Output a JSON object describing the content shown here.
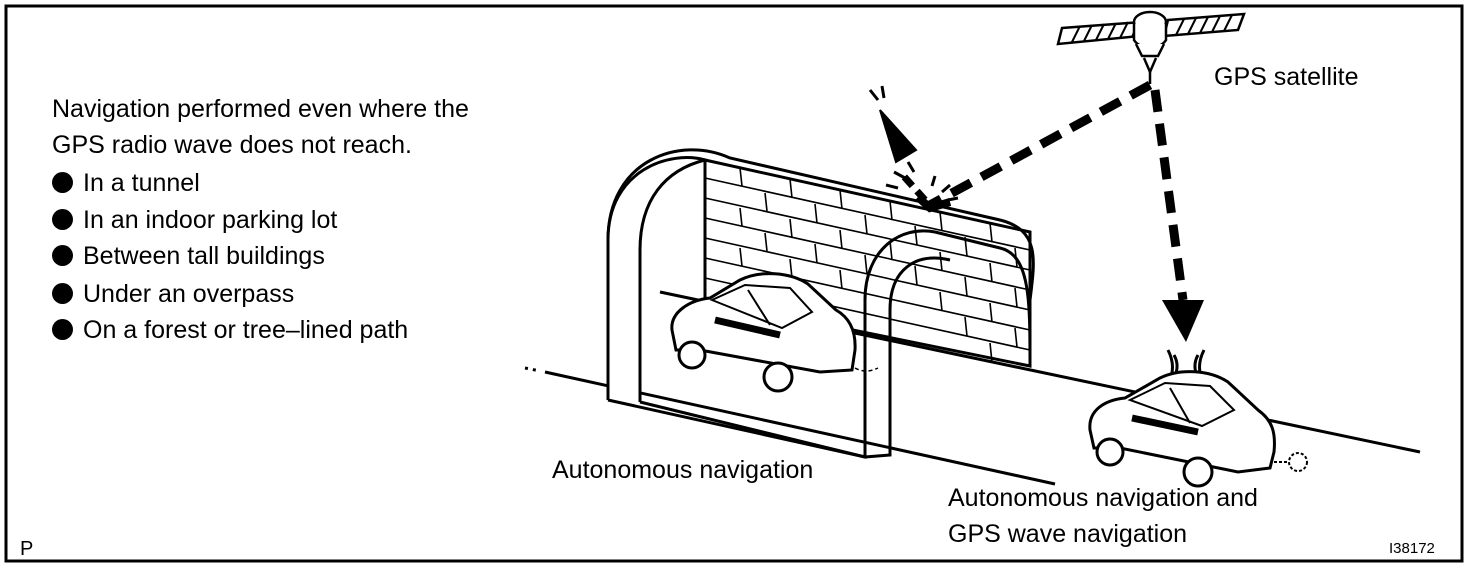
{
  "intro": {
    "line1": "Navigation performed even where the",
    "line2": "GPS radio wave does not reach."
  },
  "bullets": [
    "In a tunnel",
    "In an indoor parking lot",
    "Between tall buildings",
    "Under an overpass",
    "On a forest or tree–lined path"
  ],
  "labels": {
    "satellite": "GPS satellite",
    "autonomous": "Autonomous navigation",
    "combined_line1": "Autonomous navigation and",
    "combined_line2": "GPS wave navigation"
  },
  "corner": {
    "left_code": "P",
    "figure_id": "I38172"
  },
  "icons": [
    "gps-satellite-icon",
    "tunnel-icon",
    "car-icon",
    "signal-waves-icon",
    "arrow-icon"
  ]
}
